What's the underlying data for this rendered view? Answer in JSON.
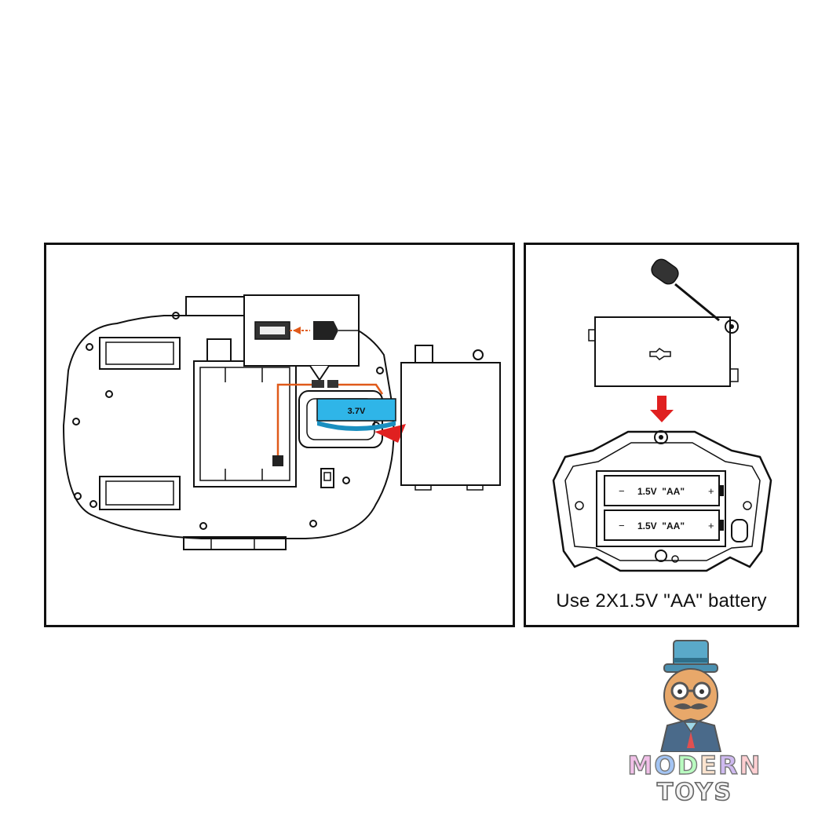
{
  "left_panel": {
    "battery_label": "3.7V"
  },
  "right_panel": {
    "battery_slot_1_label": "1.5V  \"AA\"",
    "battery_slot_2_label": "1.5V  \"AA\"",
    "caption": "Use 2X1.5V \"AA\" battery"
  },
  "logo": {
    "word_1": "MODERN",
    "word_2": "TOYS"
  },
  "colors": {
    "battery_blue": "#2fb5e8",
    "arrow_red": "#e02020",
    "wire_orange": "#e05a1a",
    "line": "#111111"
  }
}
